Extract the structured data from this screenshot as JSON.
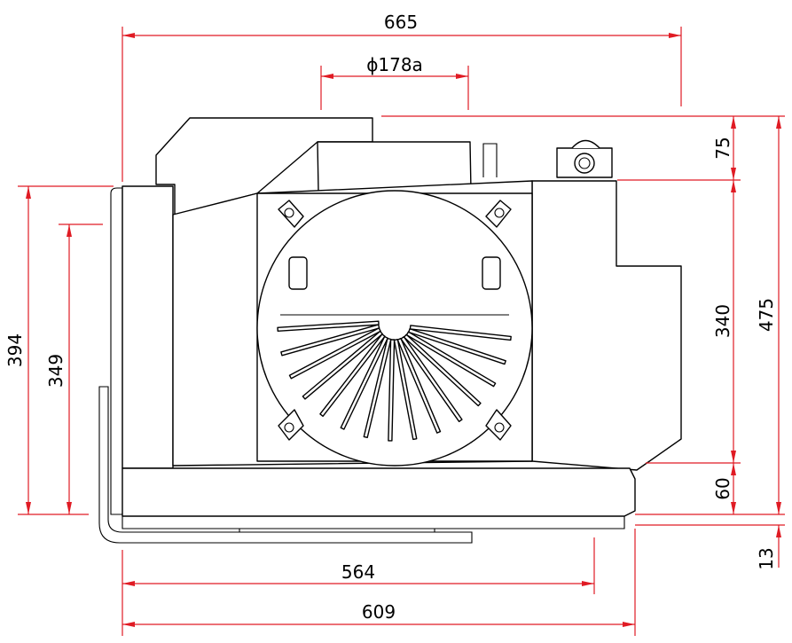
{
  "dimensions": {
    "top_width": "665",
    "duct_diameter": "ϕ178a",
    "left_outer_height": "394",
    "left_inner_height": "349",
    "right_top_offset": "75",
    "right_mid_height": "340",
    "right_total_height": "475",
    "right_bottom_offset": "60",
    "right_base_offset": "13",
    "bottom_inner_width": "564",
    "bottom_outer_width": "609"
  },
  "colors": {
    "dimension_line": "#e01b24",
    "outline": "#000000",
    "background": "#ffffff"
  }
}
